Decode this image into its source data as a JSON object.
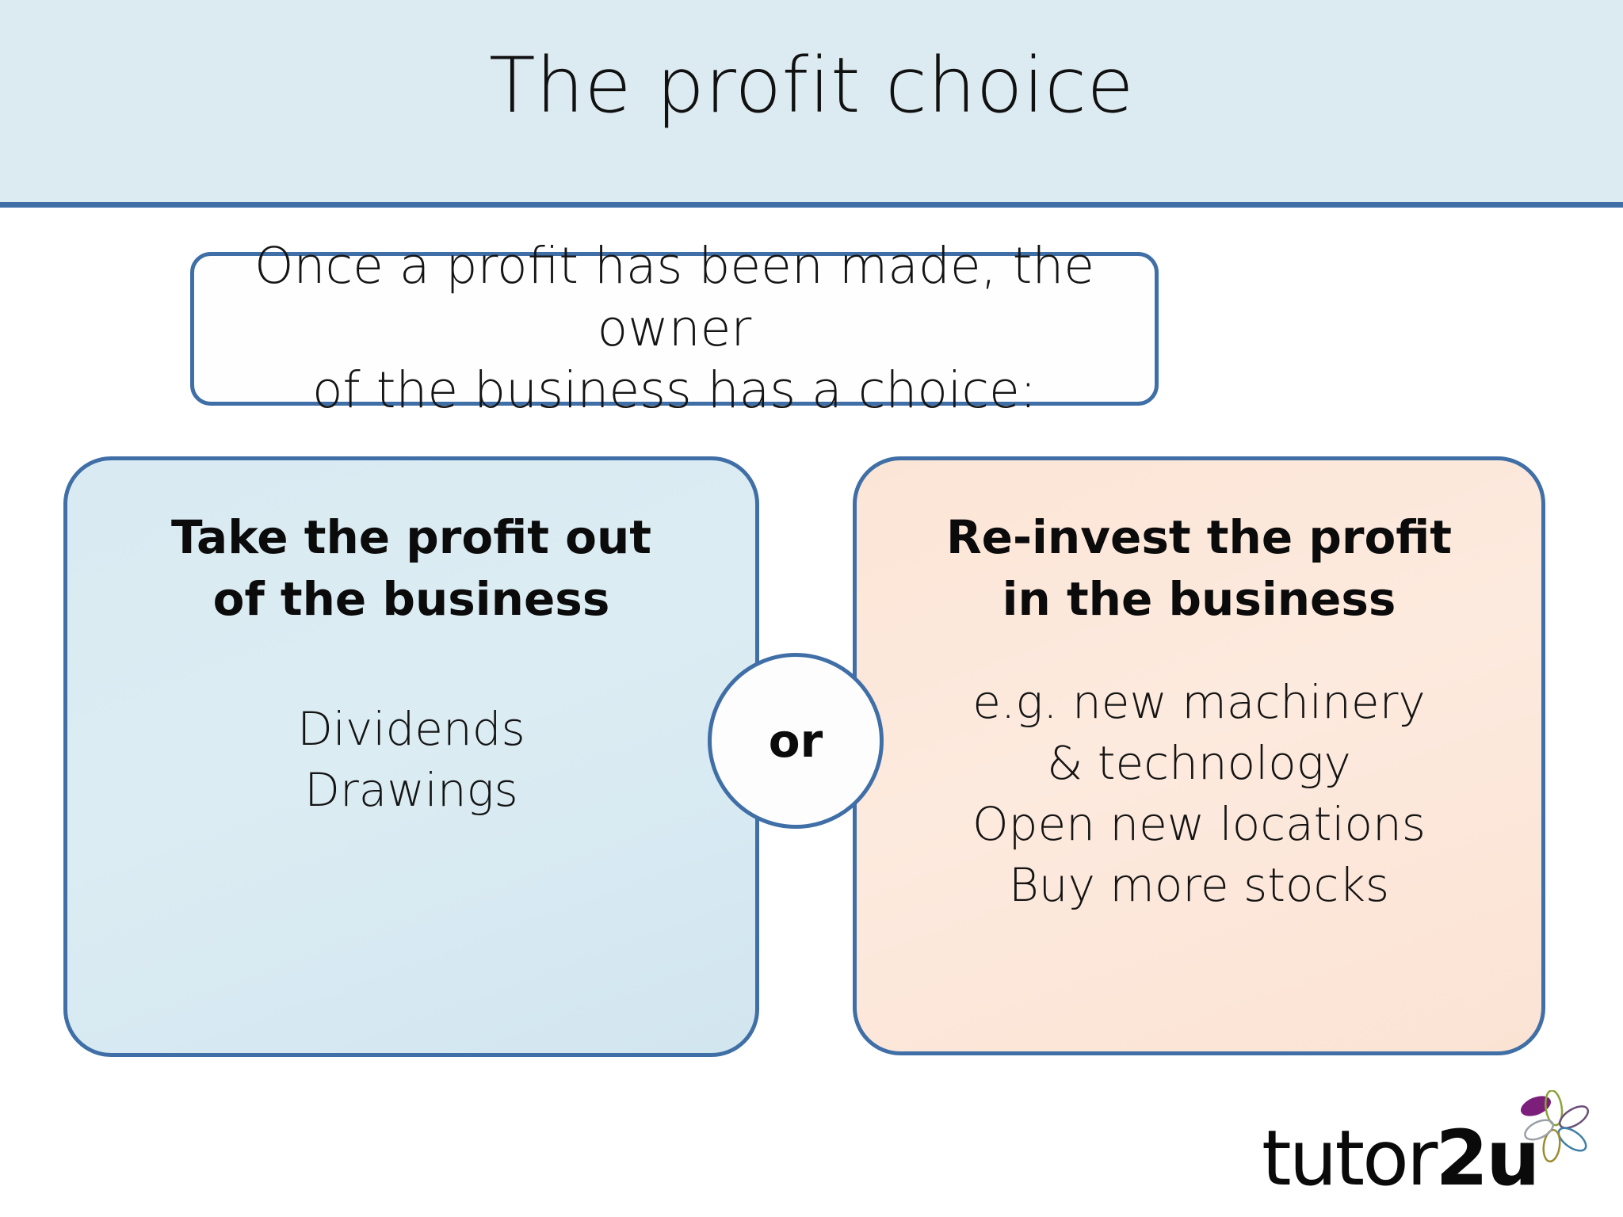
{
  "slide": {
    "title": "The profit choice",
    "intro": {
      "line1": "Once a profit has been made, the owner",
      "line2": "of the business has a choice:"
    },
    "connector": {
      "label": "or"
    },
    "options": [
      {
        "id": "take-profit-out",
        "heading_line1": "Take the profit out",
        "heading_line2": "of the business",
        "items_line1": "Dividends",
        "items_line2": "Drawings"
      },
      {
        "id": "re-invest-profit",
        "heading_line1": "Re-invest the profit",
        "heading_line2": "in the business",
        "items_line1": "e.g. new machinery",
        "items_line2": "& technology",
        "items_line3": "Open new locations",
        "items_line4": "Buy more stocks"
      }
    ],
    "logo": {
      "word": "tutor",
      "accent": "2u"
    },
    "colors": {
      "header_band": "#dcebf1",
      "accent_border": "#3f6fa6",
      "left_box_fill": "#dcecf3",
      "right_box_fill": "#fdeade",
      "text": "#111111",
      "logo_petal_filled": "#7b1f7a"
    }
  }
}
